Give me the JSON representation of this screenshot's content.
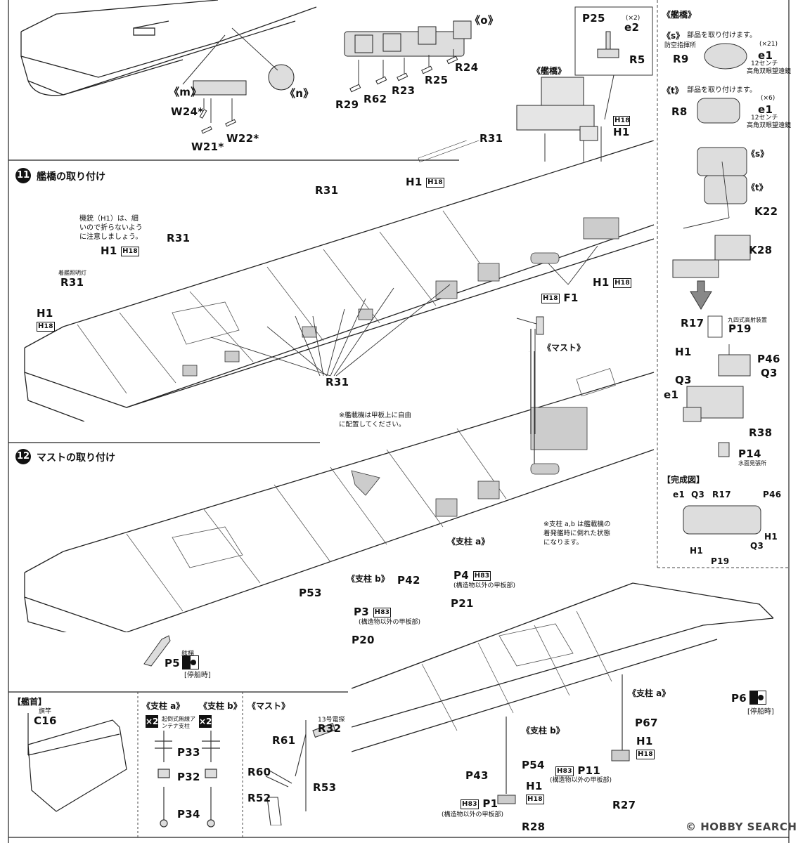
{
  "steps": {
    "s11": {
      "num": "11",
      "title": "艦橋の取り付け"
    },
    "s12": {
      "num": "12",
      "title": "マストの取り付け"
    }
  },
  "top": {
    "m": "《m》",
    "n": "《n》",
    "o": "《o》",
    "W24": "W24*",
    "W21": "W21*",
    "W22": "W22*",
    "R29": "R29",
    "R62": "R62",
    "R23": "R23",
    "R25a": "R25",
    "R24": "R24",
    "P25": "P25",
    "e2": "e2",
    "x2": "(×2)",
    "R5": "R5",
    "kankyo": "《艦橋》",
    "R31": "R31",
    "H1": "H1",
    "H18": "18"
  },
  "bridge_panel": {
    "title": "《艦橋》",
    "s_head": "《s》",
    "s_text": "部品を取り付けます。",
    "s_note1": "防空指揮所",
    "R9": "R9",
    "x21": "(×21)",
    "e1": "e1",
    "s_note2": "12センチ",
    "s_note3": "高角双眼望遠鏡",
    "t_head": "《t》",
    "t_text": "部品を取り付けます。",
    "R8": "R8",
    "x6": "(×6)",
    "s": "《s》",
    "t": "《t》",
    "K22": "K22",
    "K28": "K28",
    "R17": "R17",
    "P19": "P19",
    "note_94": "九四式高射装置",
    "H1": "H1",
    "P46": "P46",
    "Q3": "Q3",
    "e1b": "e1",
    "R38": "R38",
    "P14": "P14",
    "note_suimen": "水面見張所",
    "kansei": "【完成図】",
    "c_e1": "e1",
    "c_Q3": "Q3",
    "c_R17": "R17",
    "c_P46": "P46",
    "c_H1": "H1",
    "c_Q3b": "Q3",
    "c_H1b": "H1",
    "c_P19": "P19"
  },
  "step11": {
    "note": "機銃（H1）は、細いので折らないように注意しましょう。",
    "R31": "R31",
    "H1": "H1",
    "F1": "F1",
    "kankan": "着艦照明灯"
  },
  "step12": {
    "mast": "《マスト》",
    "plane_note": "※艦載機は甲板上に自由に配置してください。",
    "shichu_a": "《支柱 a》",
    "shichu_b": "《支柱 b》",
    "P42": "P42",
    "P53": "P53",
    "P3": "P3",
    "P4": "P4",
    "H83": "83",
    "deck_note": "(構造物以外の甲板部)",
    "P20": "P20",
    "P21": "P21",
    "ab_note": "※支柱 a,b は艦載機の着発艦時に倒れた状態になります。",
    "P5": "P5",
    "teisen": "[停船時]",
    "kyo": "舷梯"
  },
  "bottom": {
    "kanshu": "【艦首】",
    "kishao": "旗竿",
    "C16": "C16",
    "sa": "《支柱 a》",
    "sb": "《支柱 b》",
    "mast": "《マスト》",
    "x2": "×2",
    "anten": "起倒式無線アンテナ支柱",
    "P33a": "P33",
    "P32a": "P32",
    "P34a": "P34",
    "R61": "R61",
    "R60": "R60",
    "R52": "R52",
    "R32": "R32",
    "R53": "R53",
    "dentoh": "13号電探",
    "shichu_a": "《支柱 a》",
    "shichu_b": "《支柱 b》",
    "P6": "P6",
    "teisen": "[停船時]",
    "P67": "P67",
    "H1": "H1",
    "P54": "P54",
    "P43": "P43",
    "P11": "P11",
    "P1": "P1",
    "R27": "R27",
    "R28": "R28",
    "deck_note": "(構造物以外の甲板部)",
    "H83": "83",
    "H18": "18"
  },
  "watermark": {
    "text": "© HOBBY SEARCH",
    "logo": "HOBBY SEARCH"
  }
}
